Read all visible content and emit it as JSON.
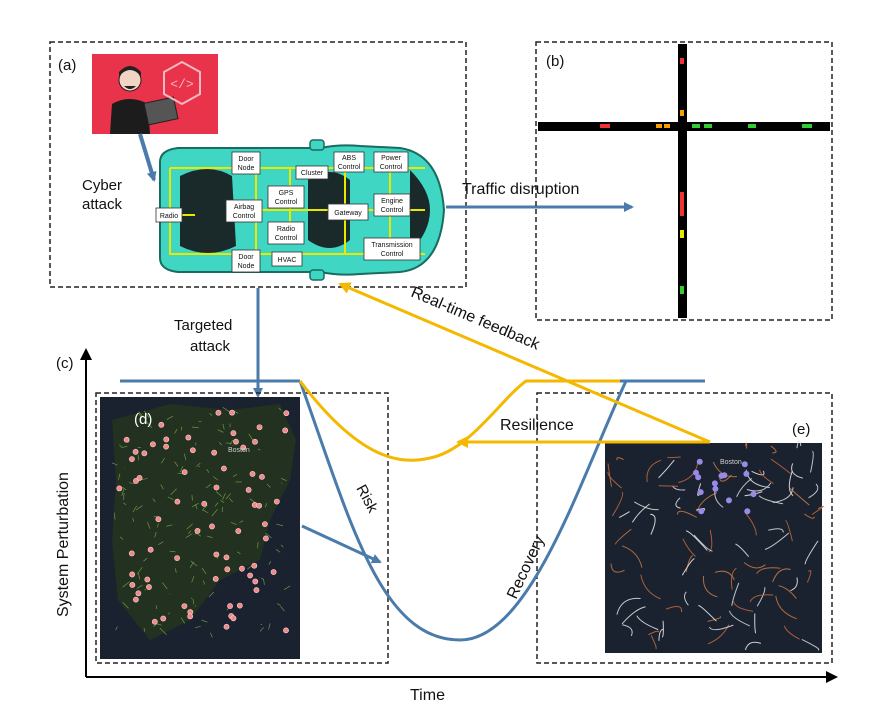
{
  "panels": {
    "a": "(a)",
    "b": "(b)",
    "c": "(c)",
    "d": "(d)",
    "e": "(e)"
  },
  "labels": {
    "cyber_attack_line1": "Cyber",
    "cyber_attack_line2": "attack",
    "traffic_disruption": "Traffic disruption",
    "targeted_attack_line1": "Targeted",
    "targeted_attack_line2": "attack",
    "realtime_feedback": "Real-time feedback",
    "resilience": "Resilience",
    "risk": "Risk",
    "recovery": "Recovery",
    "y_axis": "System Perturbation",
    "x_axis": "Time"
  },
  "vehicle_ecus": {
    "door_node_top": [
      "Door",
      "Node"
    ],
    "abs_control": [
      "ABS",
      "Control"
    ],
    "power_control": [
      "Power",
      "Control"
    ],
    "cluster": [
      "Cluster"
    ],
    "gps_control": [
      "GPS",
      "Control"
    ],
    "airbag_control": [
      "Airbag",
      "Control"
    ],
    "radio": [
      "Radio"
    ],
    "gateway": [
      "Gateway"
    ],
    "engine_control": [
      "Engine",
      "Control"
    ],
    "radio_control": [
      "Radio",
      "Control"
    ],
    "door_node_bottom": [
      "Door",
      "Node"
    ],
    "hvac": [
      "HVAC"
    ],
    "transmission_control": [
      "Transmission",
      "Control"
    ]
  },
  "map_labels": {
    "boston": "Boston"
  },
  "colors": {
    "blue_arrow": "#4a7bab",
    "orange_curve": "#f5b800",
    "blue_curve": "#4a7bab",
    "car_body": "#3fd6c4",
    "hacker_bg": "#e8334a",
    "map_bg": "#1a2230"
  },
  "icons": {
    "hacker": "hacker-icon",
    "code": "code-hexagon-icon"
  }
}
